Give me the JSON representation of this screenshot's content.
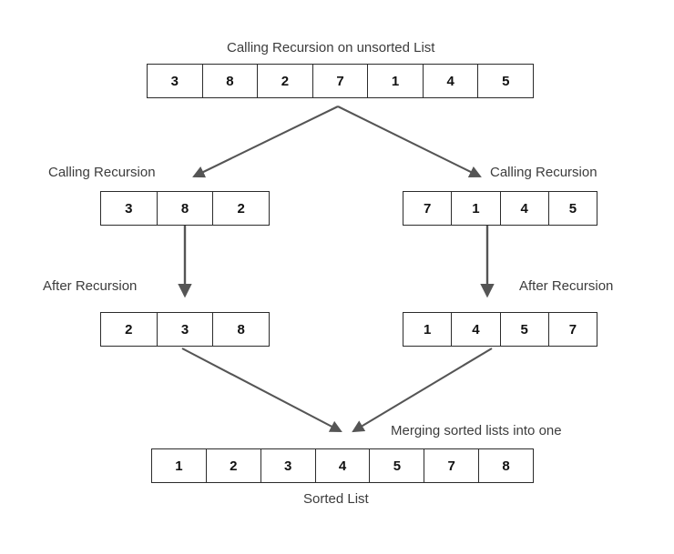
{
  "diagram": {
    "title_top": "Calling Recursion on unsorted List",
    "caption_bottom": "Sorted List",
    "merge_label": "Merging sorted lists into one",
    "label_calling_left": "Calling Recursion",
    "label_calling_right": "Calling Recursion",
    "label_after_left": "After Recursion",
    "label_after_right": "After Recursion",
    "arrow_color": "#555555",
    "box_border_color": "#2b2b2b",
    "text_color": "#3c3c3c"
  },
  "arrays": {
    "unsorted": {
      "name": "unsorted-list",
      "values": [
        "3",
        "8",
        "2",
        "7",
        "1",
        "4",
        "5"
      ]
    },
    "left_split": {
      "name": "left-split-list",
      "values": [
        "3",
        "8",
        "2"
      ]
    },
    "right_split": {
      "name": "right-split-list",
      "values": [
        "7",
        "1",
        "4",
        "5"
      ]
    },
    "left_sorted": {
      "name": "left-sorted-list",
      "values": [
        "2",
        "3",
        "8"
      ]
    },
    "right_sorted": {
      "name": "right-sorted-list",
      "values": [
        "1",
        "4",
        "5",
        "7"
      ]
    },
    "merged": {
      "name": "merged-sorted-list",
      "values": [
        "1",
        "2",
        "3",
        "4",
        "5",
        "7",
        "8"
      ]
    }
  }
}
